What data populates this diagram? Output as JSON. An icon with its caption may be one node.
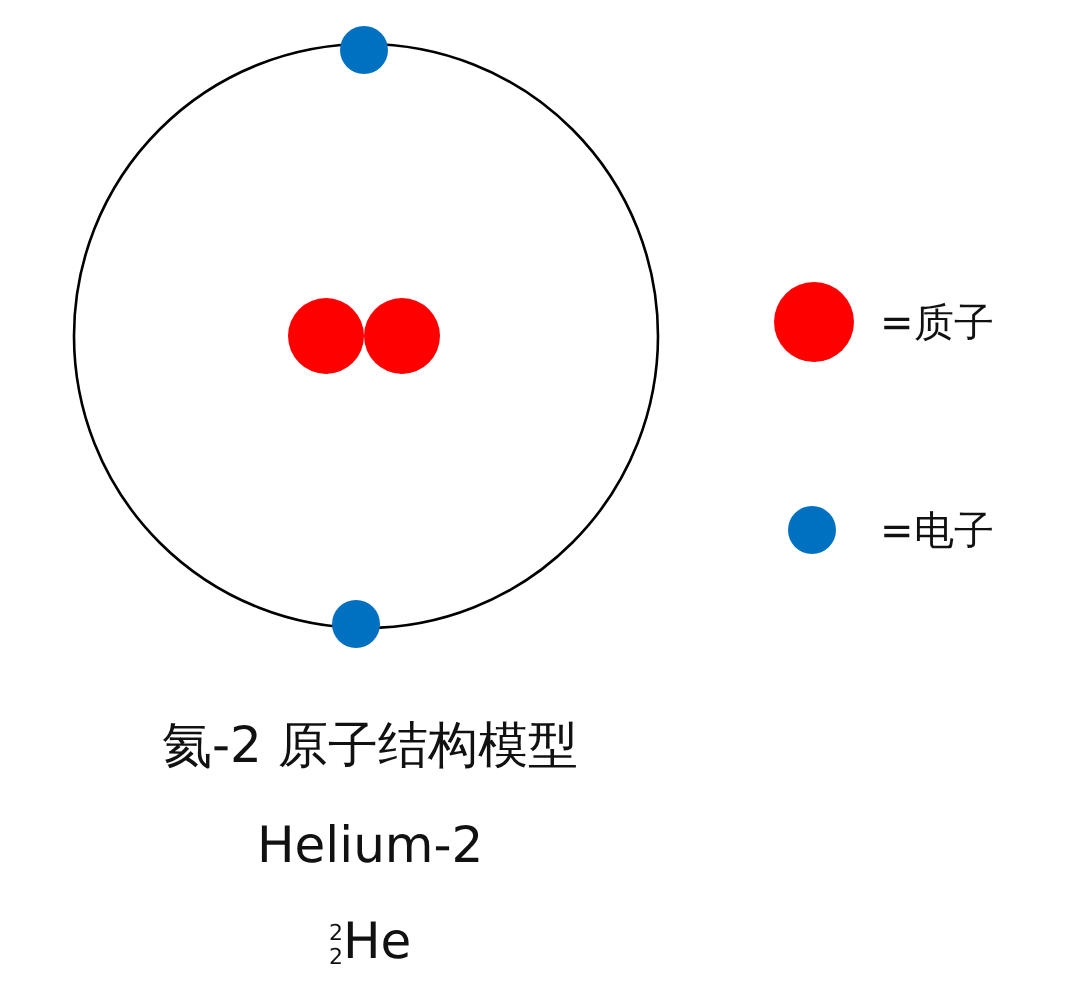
{
  "diagram": {
    "title": "氦-2 原子结构模型",
    "labels": [
      "Helium-2",
      "$^{2}$$_{2}$He"
    ],
    "legend": [
      {
        "text": "=质子",
        "color": "#ff0000"
      },
      {
        "text": "=电子",
        "color": "#0070c0"
      }
    ]
  }
}
